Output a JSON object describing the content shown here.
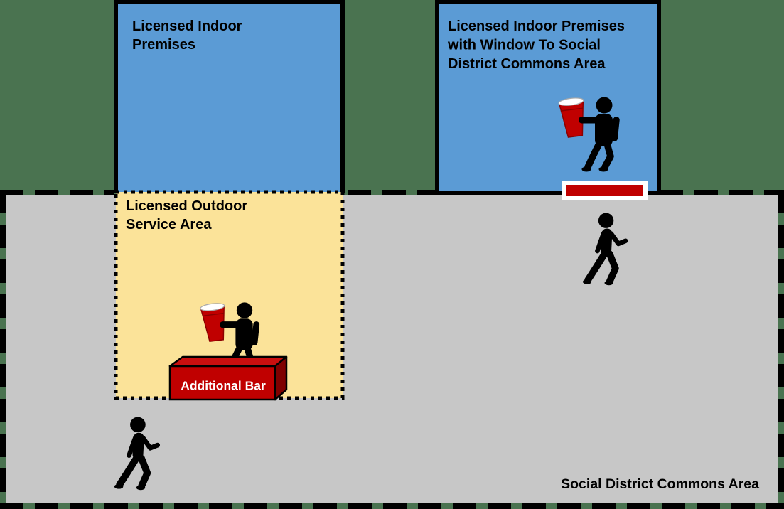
{
  "diagram": {
    "scene": "Social district licensed premises diagram",
    "colors": {
      "street_green": "#4A7350",
      "commons_gray": "#C7C7C7",
      "premises_blue": "#5B9BD5",
      "outdoor_yellow": "#FBE399",
      "accent_red": "#C00000",
      "bar_side_red": "#7F0000",
      "bar_top_red": "#C90F0F",
      "outline_black": "#000000",
      "counter_frame_white": "#FFFFFF"
    },
    "areas": {
      "indoor_left": {
        "label_lines": [
          "Licensed Indoor",
          "Premises"
        ]
      },
      "indoor_right": {
        "label_lines": [
          "Licensed Indoor Premises",
          "with Window To Social",
          "District Commons Area"
        ]
      },
      "outdoor_service": {
        "label_lines": [
          "Licensed Outdoor",
          "Service Area"
        ]
      },
      "commons": {
        "label": "Social District Commons Area"
      }
    },
    "objects": {
      "additional_bar": {
        "label": "Additional Bar"
      },
      "window_counter": {
        "description": "red service counter with white frame"
      },
      "icons": [
        {
          "name": "person-holding-drink-icon",
          "count": 2
        },
        {
          "name": "walking-person-icon",
          "count": 2
        },
        {
          "name": "red-cup-icon",
          "count": 2
        }
      ]
    }
  }
}
